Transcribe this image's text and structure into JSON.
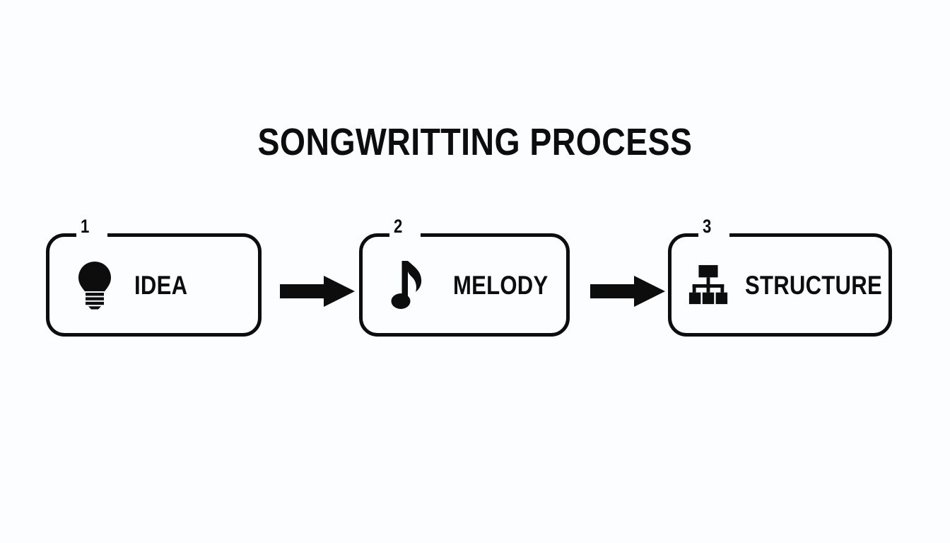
{
  "page": {
    "title": "SONGWRITTING PROCESS",
    "background_color": "#fcfdfe",
    "ink_color": "#0d0d0d"
  },
  "process": {
    "steps": [
      {
        "number": "1",
        "label": "IDEA",
        "icon": "lightbulb-icon"
      },
      {
        "number": "2",
        "label": "MELODY",
        "icon": "music-note-icon"
      },
      {
        "number": "3",
        "label": "STRUCTURE",
        "icon": "hierarchy-icon"
      }
    ],
    "connectors": [
      {
        "icon": "arrow-right-icon"
      },
      {
        "icon": "arrow-right-icon"
      }
    ]
  }
}
